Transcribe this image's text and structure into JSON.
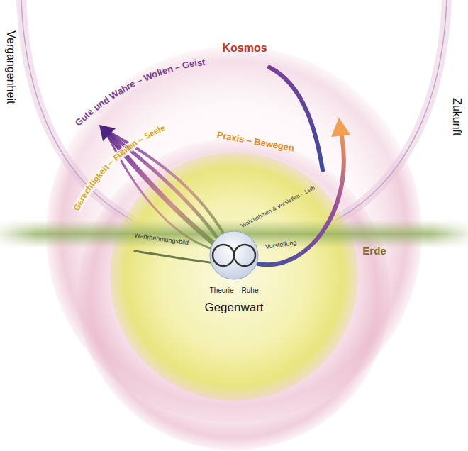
{
  "diagram": {
    "labels": [
      "Vergangenheit",
      "Kosmos",
      "Zukunft",
      "Gute und Wahre – Wollen – Geist",
      "Gerechtigkeit – Fühlen – Seele",
      "Praxis – Bewegen",
      "Wahrnehmen & Vorstellen – Leib",
      "Wahrnehmungsbild",
      "Vorstellung",
      "Erde",
      "Theorie – Ruhe",
      "Gegenwart"
    ]
  }
}
